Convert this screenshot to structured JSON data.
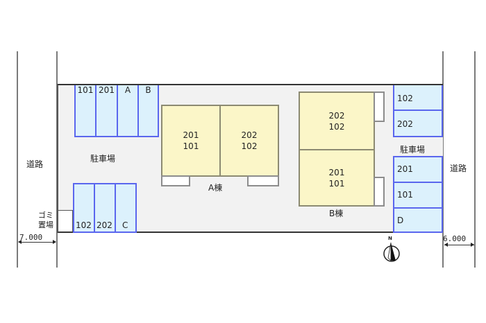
{
  "roads": {
    "left_label": "道路",
    "right_label": "道路",
    "left_width": "7.000",
    "right_width": "6.000"
  },
  "parking": {
    "left_label": "駐車場",
    "right_label": "駐車場",
    "top_left_slots": [
      "101",
      "201",
      "A",
      "B"
    ],
    "bottom_left_slots": [
      "102",
      "202",
      "C"
    ],
    "right_upper_slots": [
      "102",
      "202"
    ],
    "right_lower_slots": [
      "201",
      "101",
      "D"
    ]
  },
  "garbage": {
    "label_line1": "ゴミ",
    "label_line2": "置場"
  },
  "building_a": {
    "label": "A棟",
    "units": [
      {
        "upper": "201",
        "lower": "101"
      },
      {
        "upper": "202",
        "lower": "102"
      }
    ]
  },
  "building_b": {
    "label": "B棟",
    "units": [
      {
        "upper": "202",
        "lower": "102"
      },
      {
        "upper": "201",
        "lower": "101"
      }
    ]
  },
  "compass": {
    "north_label": "N"
  },
  "colors": {
    "parking_fill": "#dcf1fc",
    "parking_border": "#5a66ee",
    "building_fill": "#fbf6c8",
    "site_fill": "#f2f2f2"
  }
}
